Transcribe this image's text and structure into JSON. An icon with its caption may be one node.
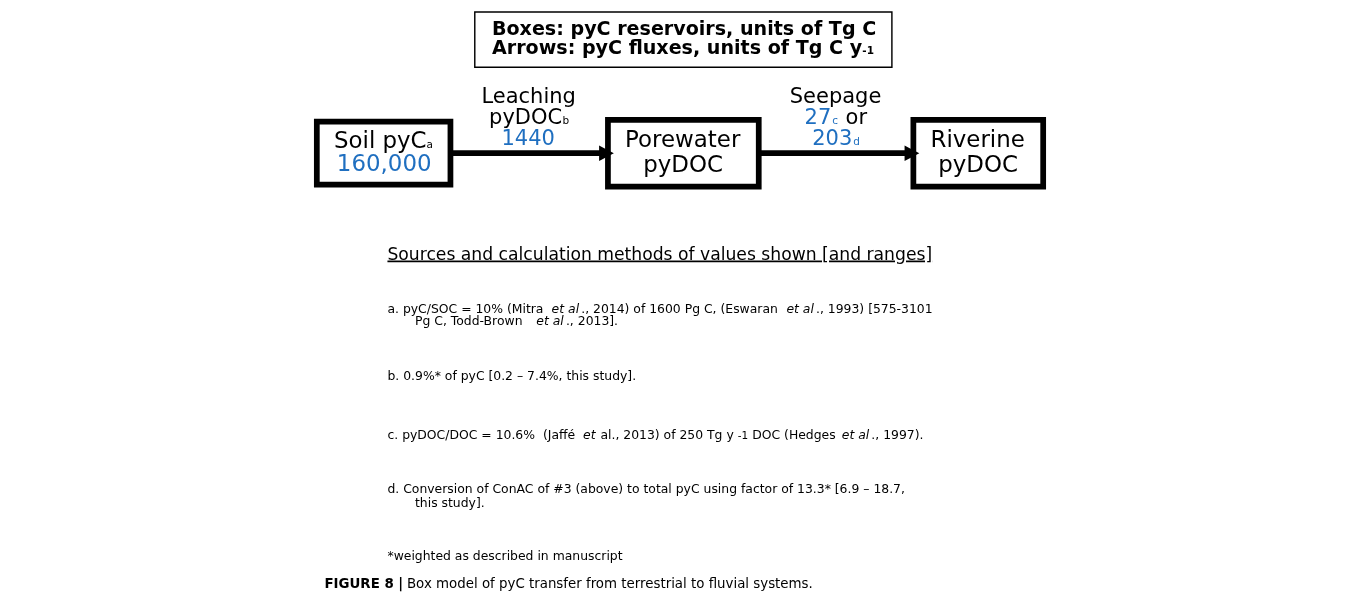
{
  "diagram": {
    "caption": "**FIGURE 8 |** Box model of pyC transfer from terrestrial to fluvial systems.",
    "nodes": [
      {
        "text": [
          "Boxes: pyC reservoirs, units of Tg C",
          "Arrows: pyC fluxes, units of Tg C y$^{-1}$"
        ]
      },
      {
        "text": [
          "Soil pyC$^{a}$",
          "160,000"
        ]
      },
      {
        "text": [
          "Porewater pyDOC"
        ]
      },
      {
        "text": [
          "Riverine pyDOC"
        ]
      }
    ],
    "edges": [
      {
        "from": 1,
        "to": 2,
        "arrow": "to",
        "label": "Leaching pyDOC$^{b}$ 1440"
      },
      {
        "from": 2,
        "to": 3,
        "arrow": "to",
        "label": "Seepage 27$^{c}$ or 203$^{d}$"
      }
    ],
    "labels": [
      "Sources and calculation methods of values shown [and ranges]",
      "a. pyC/SOC = 10% (Mitra *et al*., 2014) of 1600 Pg C, (Eswaran *et al*., 1993) [575-3101 Pg C, Todd-Brown *et al*., 2013].",
      "b. 0.9%* of pyC [0.2 – 7.4%, this study].",
      "c. pyDOC/DOC = 10.6%  (Jaffé *et* al., 2013) of 250 Tg y$^{-1}$ DOC (Hedges *et al*., 1997).",
      "d. Conversion of ConAC of #3 (above) to total pyC using factor of 13.3* [6.9 – 18.7, this study].",
      "*weighted as described in manuscript"
    ]
  }
}
